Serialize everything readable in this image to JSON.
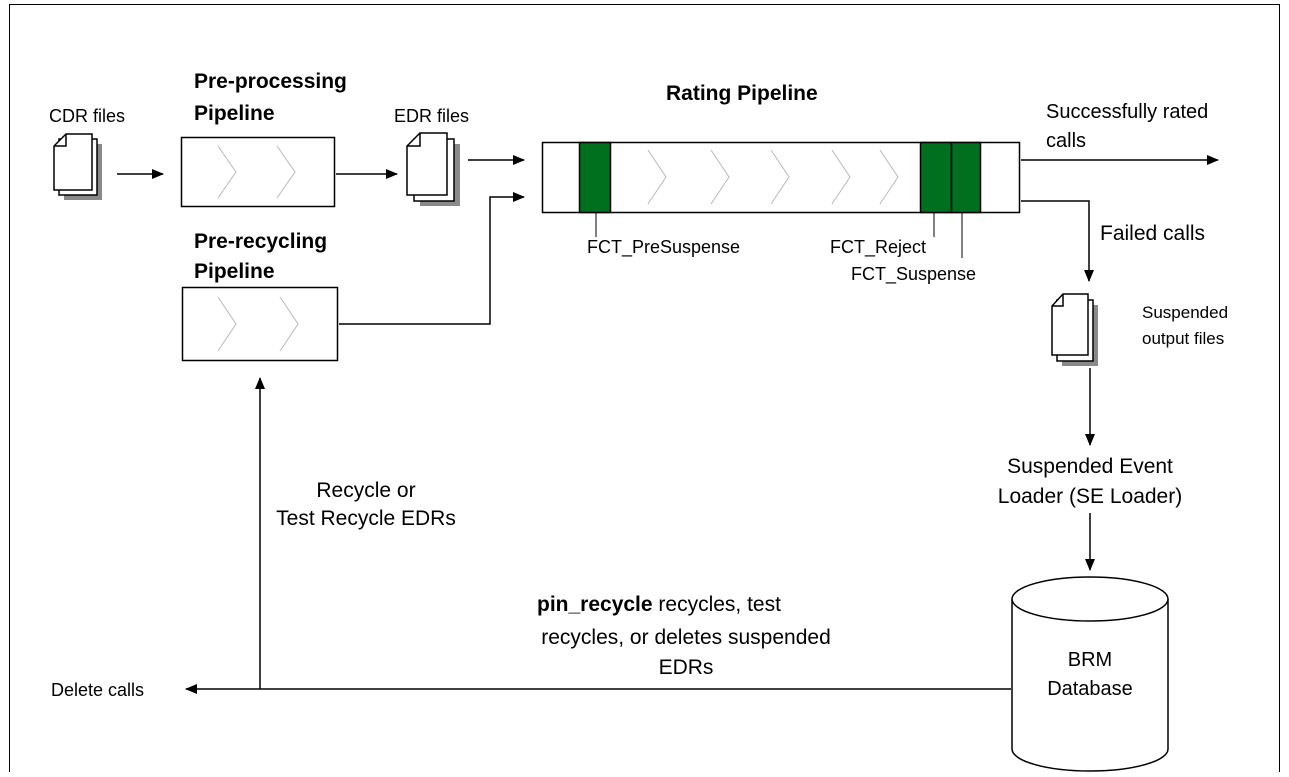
{
  "colors": {
    "stage_active": "#006f1e",
    "chevron": "#b8b8b8",
    "shadow": "#8a8a8a",
    "frame": "#000000"
  },
  "diagram": {
    "cdr_files": "CDR files",
    "preprocessing_title_line1": "Pre-processing",
    "preprocessing_title_line2": "Pipeline",
    "edr_files": "EDR files",
    "rating_title": "Rating Pipeline",
    "success_line1": "Successfully rated",
    "success_line2": "calls",
    "failed_calls": "Failed calls",
    "prerecycling_title_line1": "Pre-recycling",
    "prerecycling_title_line2": "Pipeline",
    "fct_presuspense": "FCT_PreSuspense",
    "fct_reject": "FCT_Reject",
    "fct_suspense": "FCT_Suspense",
    "suspended_line1": "Suspended",
    "suspended_line2": "output files",
    "se_loader_line1": "Suspended Event",
    "se_loader_line2": "Loader (SE Loader)",
    "recycle_line1": "Recycle or",
    "recycle_line2": "Test Recycle EDRs",
    "pin_recycle_bold": "pin_recycle",
    "pin_recycle_rest": " recycles, test",
    "pin_line2": "recycles, or deletes suspended",
    "pin_line3": "EDRs",
    "delete_calls": "Delete calls",
    "brm_line1": "BRM",
    "brm_line2": "Database"
  }
}
